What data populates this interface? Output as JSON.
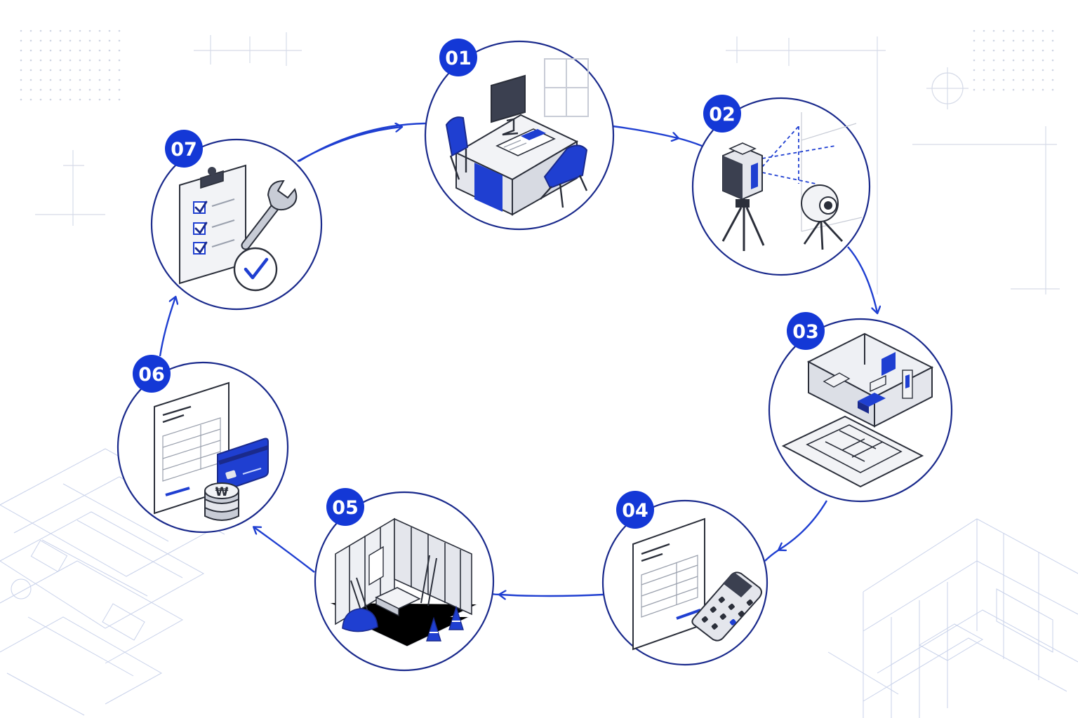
{
  "colors": {
    "accent": "#1f3fd1",
    "circle_stroke": "#1a2a8c",
    "badge_fill": "#1438d6",
    "blueprint_line": "#c9d2ea",
    "icon_dark": "#2b2f3a",
    "icon_gray": "#e4e6ec"
  },
  "steps": [
    {
      "number": "01",
      "icon": "office-desk-consultation-icon"
    },
    {
      "number": "02",
      "icon": "laser-scanner-camera-icon"
    },
    {
      "number": "03",
      "icon": "3d-floor-plan-model-icon"
    },
    {
      "number": "04",
      "icon": "estimate-calculator-icon"
    },
    {
      "number": "05",
      "icon": "construction-framing-site-icon"
    },
    {
      "number": "06",
      "icon": "invoice-card-coins-payment-icon"
    },
    {
      "number": "07",
      "icon": "checklist-wrench-inspection-icon"
    }
  ],
  "payment": {
    "currency_symbol": "₩"
  }
}
